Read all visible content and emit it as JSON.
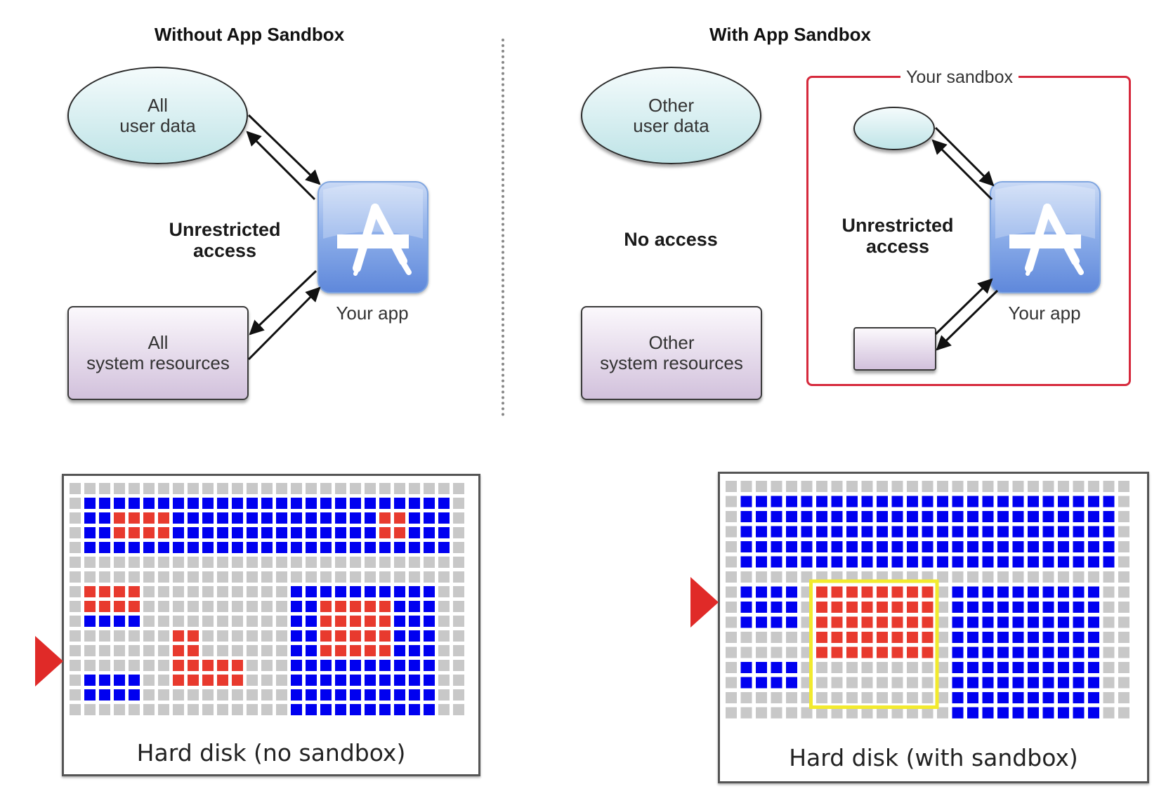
{
  "left_panel": {
    "title": "Without App Sandbox",
    "user_data": [
      "All",
      "user data"
    ],
    "system_resources": [
      "All",
      "system resources"
    ],
    "access_label": [
      "Unrestricted",
      "access"
    ],
    "app_label": "Your app"
  },
  "right_panel": {
    "title": "With App Sandbox",
    "user_data": [
      "Other",
      "user data"
    ],
    "system_resources": [
      "Other",
      "system resources"
    ],
    "no_access_label": "No access",
    "sandbox_label": "Your sandbox",
    "access_label": [
      "Unrestricted",
      "access"
    ],
    "app_label": "Your app"
  },
  "disks": {
    "left_label": "Hard disk (no sandbox)",
    "right_label": "Hard disk (with sandbox)"
  },
  "colors": {
    "free": "#c8c8c8",
    "used": "#0000f0",
    "app_data": "#e83a2e",
    "sandbox_outline": "#f2ea2e",
    "pointer": "#e02a28",
    "sandbox_frame": "#d6293c"
  },
  "icons": {
    "app": "app-store-icon",
    "disk_pointer": "triangle-pointer-icon"
  }
}
